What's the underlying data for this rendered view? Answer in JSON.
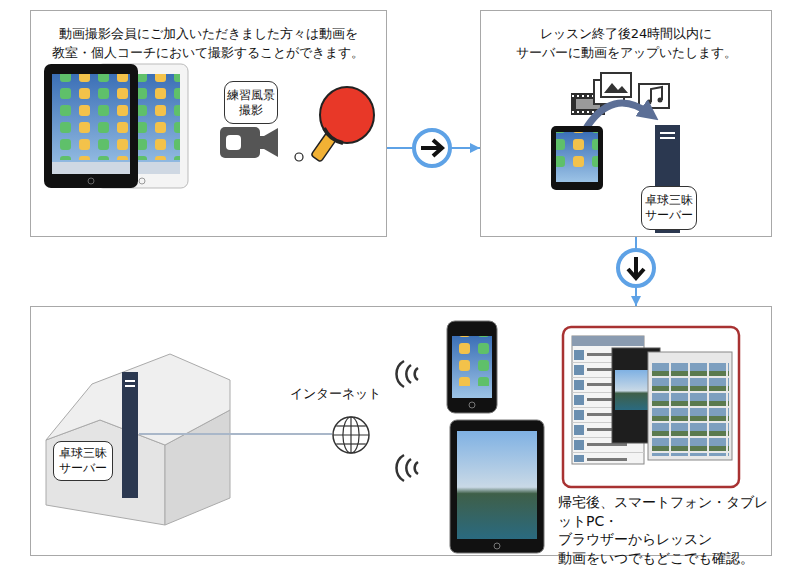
{
  "diagram": {
    "nodes": [
      {
        "text": [
          "動画撮影会員にご加入いただきました方々は動画を 教室・個人コーチにおいて撮影することができます。"
        ]
      },
      {
        "text": [
          "練習風景 撮影"
        ],
        "in": 0
      },
      {
        "text": [
          "レッスン終了後24時間以内に サーバーに動画をアップいたします。"
        ]
      },
      {
        "text": [
          "卓球三昧 サーバー"
        ],
        "in": 2
      },
      {
        "text": [
          "帰宅後、スマートフォン・タブレ ットPC・ブラウザーからレッスン 動画をいつでもどこでも確認。"
        ]
      },
      {
        "text": [
          "卓球三昧 サーバー"
        ],
        "in": 4
      },
      {
        "text": [
          "インターネット"
        ],
        "in": 4
      }
    ],
    "edges": [
      {
        "from": 0,
        "to": 2,
        "arrow": "to"
      },
      {
        "from": 2,
        "to": 4,
        "arrow": "to"
      },
      {
        "from": 5,
        "to": 6,
        "arrow": "none"
      }
    ]
  }
}
